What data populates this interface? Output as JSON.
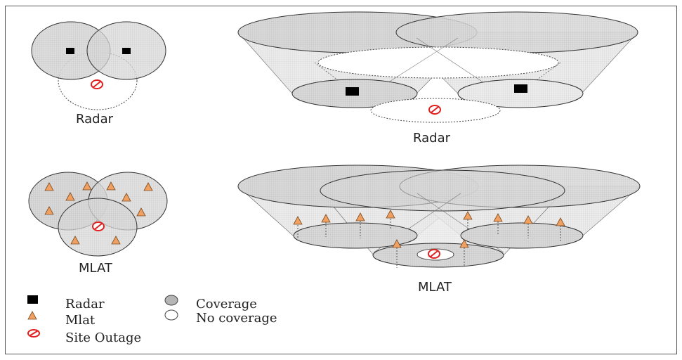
{
  "captions": {
    "radar_2d": "Radar",
    "radar_3d": "Radar",
    "mlat_2d": "MLAT",
    "mlat_3d": "MLAT"
  },
  "legend": {
    "radar": "Radar",
    "mlat": "Mlat",
    "site_outage": "Site Outage",
    "coverage": "Coverage",
    "no_coverage": "No coverage"
  },
  "colors": {
    "coverage_fill": "#d2d2d2",
    "radar_marker": "#000000",
    "mlat_marker": "#f0a060",
    "outage_symbol": "#e02020"
  },
  "icons": {
    "radar": "black-square-icon",
    "mlat": "orange-triangle-icon",
    "outage": "red-prohibited-circle-icon",
    "coverage": "gray-circle-icon",
    "no_coverage": "white-circle-icon"
  }
}
